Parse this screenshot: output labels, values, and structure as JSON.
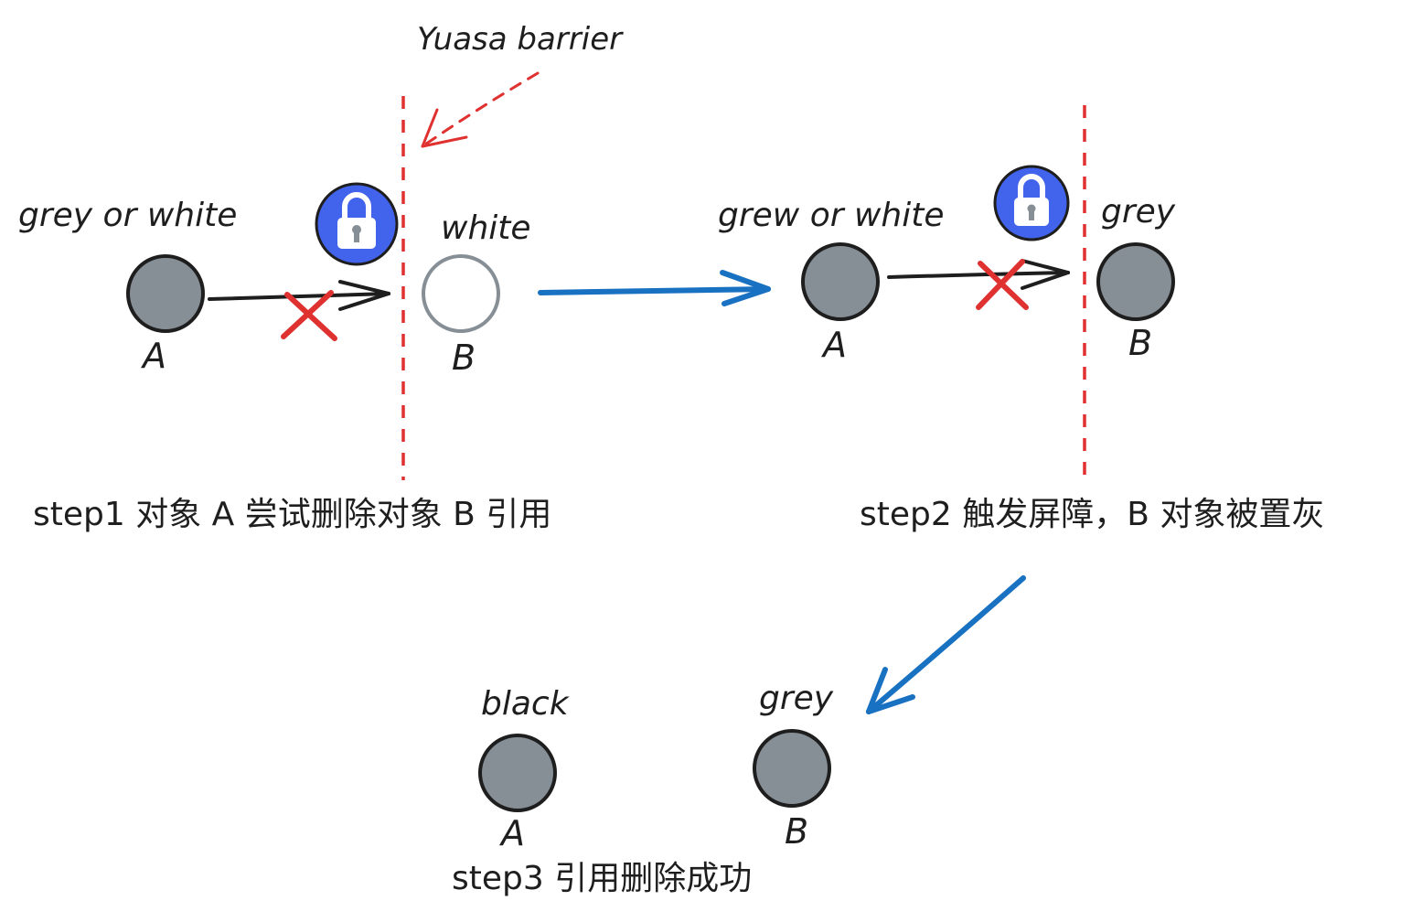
{
  "annotation": {
    "barrier_label": "Yuasa barrier"
  },
  "step1": {
    "left_state": "grey or white",
    "right_state": "white",
    "left_node": "A",
    "right_node": "B",
    "caption": "step1 对象 A 尝试删除对象 B 引用"
  },
  "step2": {
    "left_state": "grew or white",
    "right_state": "grey",
    "left_node": "A",
    "right_node": "B",
    "caption": "step2 触发屏障，B 对象被置灰"
  },
  "step3": {
    "left_state": "black",
    "right_state": "grey",
    "left_node": "A",
    "right_node": "B",
    "caption": "step3 引用删除成功"
  },
  "colors": {
    "node_fill": "#868e96",
    "node_stroke": "#1e1e1e",
    "white_node_stroke": "#868e96",
    "barrier": "#e03131",
    "cross": "#e03131",
    "flow_arrow": "#1971c2",
    "lock_badge": "#4263eb",
    "ink": "#1e1e1e"
  },
  "icons": {
    "lock": "lock-icon",
    "cross": "cross-icon"
  }
}
